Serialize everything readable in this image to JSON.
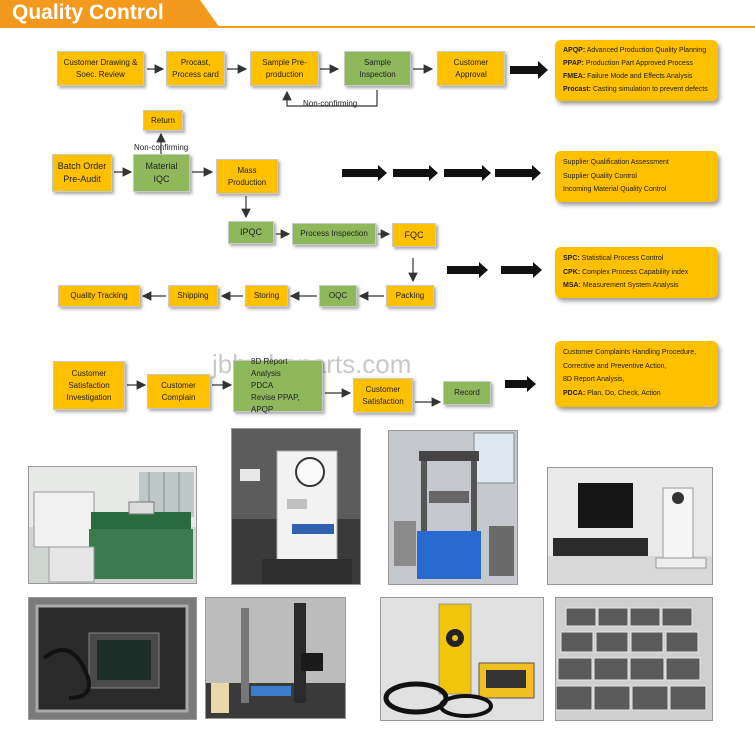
{
  "header": {
    "title": "Quality Control"
  },
  "watermark": "jbhydraparts.com",
  "flow": {
    "customer_drawing": "Customer Drawing & Soec. Review",
    "procast": "Procast, Process card",
    "sample_preproduction": "Sample Pre-production",
    "sample_inspection": "Sample Inspection",
    "customer_approval": "Customer Approval",
    "non_confirming_1": "Non-confirming",
    "return": "Return",
    "non_confirming_2": "Non-confirming",
    "batch_order": "Batch Order Pre-Audit",
    "material_iqc": "Material IQC",
    "mass_production": "Mass Production",
    "ipqc": "IPQC",
    "process_inspection": "Process Inspection",
    "fqc": "FQC",
    "packing": "Packing",
    "oqc": "OQC",
    "storing": "Storing",
    "shipping": "Shipping",
    "quality_tracking": "Quality Tracking",
    "customer_satisfaction_investigation": "Customer Satisfaction Investigation",
    "customer_complain": "Customer Complain",
    "report_8d": "8D Report Analysis",
    "pdca": "PDCA",
    "revise": "Revise PPAP, APQP",
    "customer_satisfaction": "Customer Satisfaction",
    "record": "Record"
  },
  "info1": [
    {
      "key": "APQP:",
      "text": " Advanced Production Quality Planning"
    },
    {
      "key": "PPAP:",
      "text": " Production Part Approved Process"
    },
    {
      "key": "FMEA:",
      "text": " Failure Mode and Effects Analysis"
    },
    {
      "key": "Procast:",
      "text": " Casting simulation to prevent defects"
    }
  ],
  "info2": [
    "Supplier Qualification Assessment",
    "Supplier Quality Control",
    "Incoming Material Quality Control"
  ],
  "info3": [
    {
      "key": "SPC:",
      "text": " Statistical Process Control"
    },
    {
      "key": "CPK:",
      "text": " Complex Process Capability index"
    },
    {
      "key": "MSA:",
      "text": " Measurement System Analysis"
    }
  ],
  "info4": {
    "l1": "Customer Complaints Handling Procedure,",
    "l2": "Corrective and Preventive Action,",
    "l3": "8D Report Analysis,",
    "l4_key": "PDCA:",
    "l4_text": " Plan, Do, Check, Action"
  },
  "colors": {
    "accent": "#f39a1e",
    "box_yellow": "#ffc000",
    "box_green": "#8fb85b"
  }
}
